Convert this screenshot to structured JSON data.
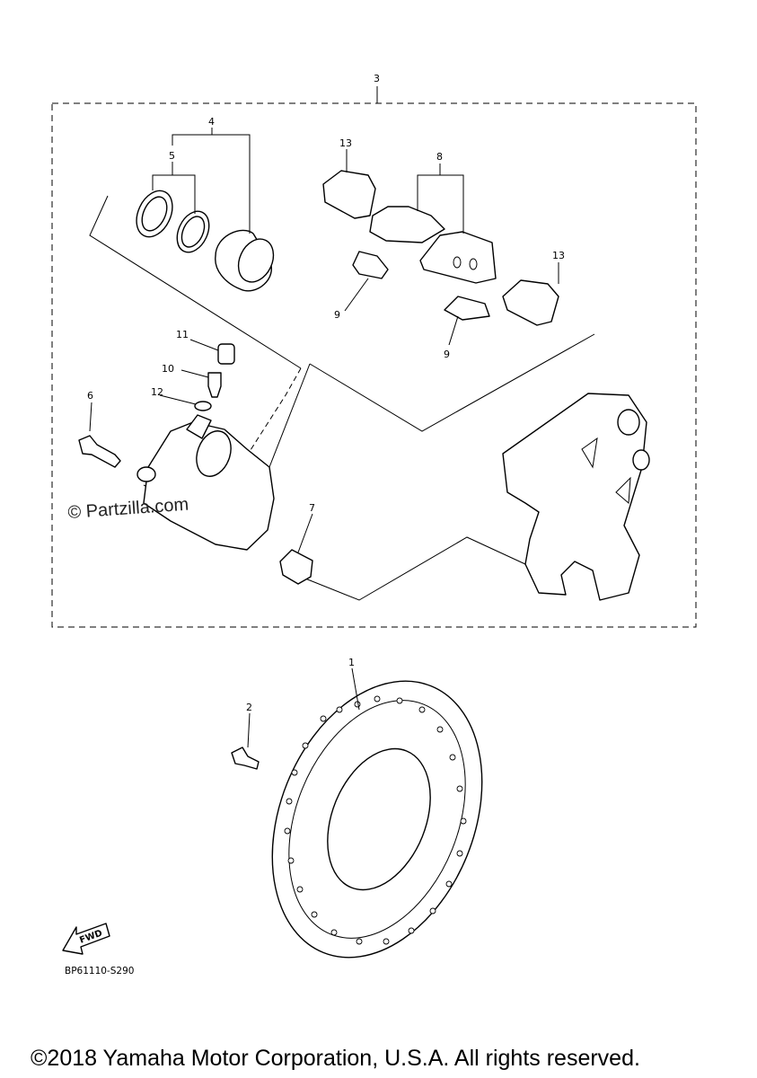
{
  "watermark": "© Partzilla.com",
  "diagram_code": "BP61110-S290",
  "fwd_label": "FWD",
  "copyright": "©2018 Yamaha Motor Corporation, U.S.A. All rights reserved.",
  "callouts": [
    {
      "id": "callout-1",
      "label": "1"
    },
    {
      "id": "callout-2",
      "label": "2"
    },
    {
      "id": "callout-3",
      "label": "3"
    },
    {
      "id": "callout-4",
      "label": "4"
    },
    {
      "id": "callout-5",
      "label": "5"
    },
    {
      "id": "callout-6",
      "label": "6"
    },
    {
      "id": "callout-7",
      "label": "7"
    },
    {
      "id": "callout-8",
      "label": "8"
    },
    {
      "id": "callout-9a",
      "label": "9"
    },
    {
      "id": "callout-9b",
      "label": "9"
    },
    {
      "id": "callout-10",
      "label": "10"
    },
    {
      "id": "callout-11",
      "label": "11"
    },
    {
      "id": "callout-12",
      "label": "12"
    },
    {
      "id": "callout-13a",
      "label": "13"
    },
    {
      "id": "callout-13b",
      "label": "13"
    }
  ]
}
